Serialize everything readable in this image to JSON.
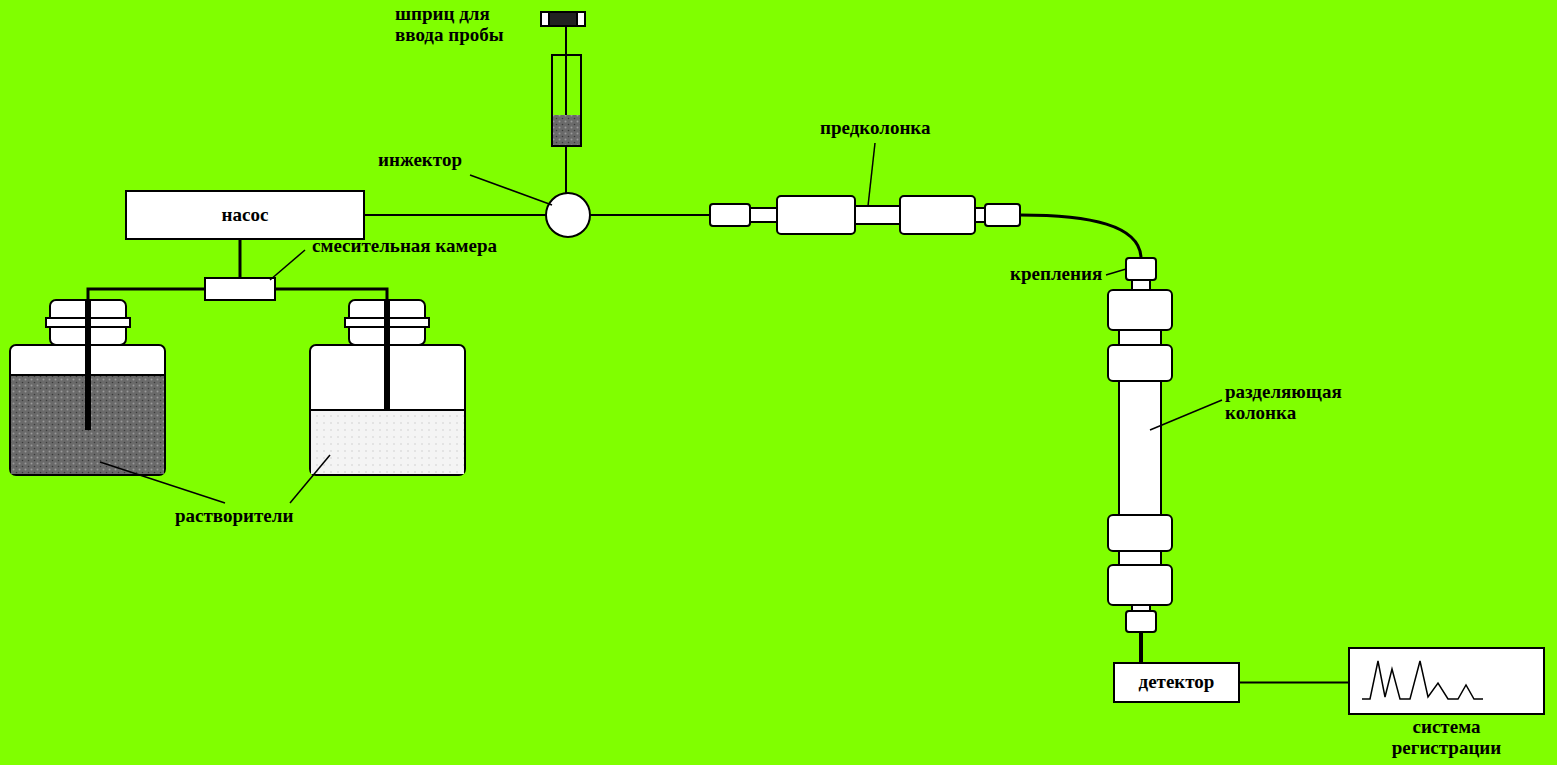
{
  "diagram": {
    "nodes": [
      {
        "text": [
          "насос"
        ]
      },
      {
        "text": [
          "детектор"
        ]
      },
      {
        "text": [
          "система регистрации"
        ]
      }
    ],
    "edges": [
      {
        "from": 1,
        "to": 2,
        "arrow": "none"
      }
    ],
    "labels": [
      "шприц для ввода пробы",
      "инжектор",
      "предколонка",
      "смесительная камера",
      "крепления",
      "разделяющая колонка",
      "растворители"
    ]
  }
}
